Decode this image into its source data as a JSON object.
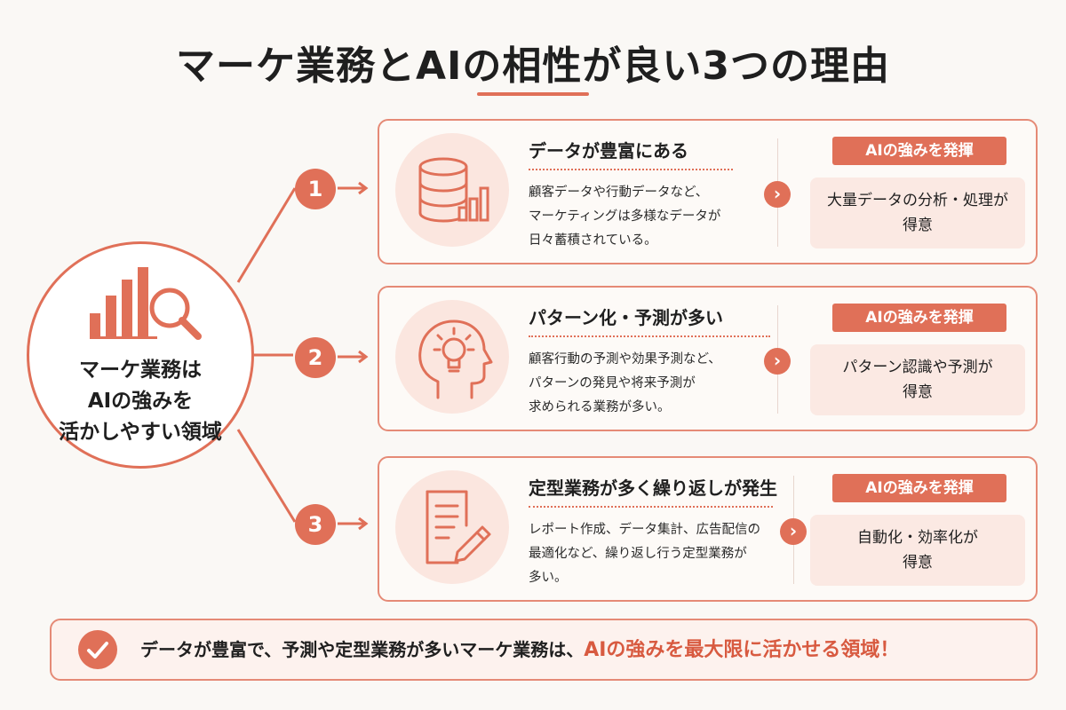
{
  "title": "マーケ業務とAIの相性が良い3つの理由",
  "hub": {
    "lines": [
      "マーケ業務は",
      "AIの強みを",
      "活かしやすい領域"
    ],
    "icon": "bar-chart-magnifier-icon"
  },
  "reasons": [
    {
      "number": "1",
      "icon": "database-chart-icon",
      "heading": "データが豊富にある",
      "body": [
        "顧客データや行動データなど、",
        "マーケティングは多様なデータが",
        "日々蓄積されている。"
      ],
      "badge": "AIの強みを発揮",
      "result": [
        "大量データの分析・処理が",
        "得意"
      ]
    },
    {
      "number": "2",
      "icon": "head-lightbulb-icon",
      "heading": "パターン化・予測が多い",
      "body": [
        "顧客行動の予測や効果予測など、",
        "パターンの発見や将来予測が",
        "求められる業務が多い。"
      ],
      "badge": "AIの強みを発揮",
      "result": [
        "パターン認識や予測が",
        "得意"
      ]
    },
    {
      "number": "3",
      "icon": "document-pencil-icon",
      "heading": "定型業務が多く繰り返しが発生",
      "body": [
        "レポート作成、データ集計、広告配信の",
        "最適化など、繰り返し行う定型業務が",
        "多い。"
      ],
      "badge": "AIの強みを発揮",
      "result": [
        "自動化・効率化が",
        "得意"
      ]
    }
  ],
  "summary": {
    "icon": "check-icon",
    "lead": "データが豊富で、予測や定型業務が多いマーケ業務は、",
    "emphasis": "AIの強みを最大限に活かせる領域！"
  },
  "colors": {
    "accent": "#e07058",
    "accent_light": "#fbe6df",
    "background": "#faf8f5"
  }
}
